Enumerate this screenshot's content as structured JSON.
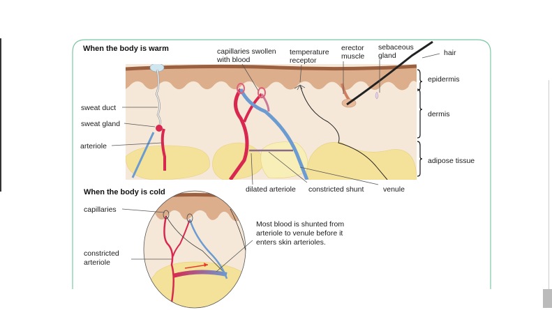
{
  "warm": {
    "title": "When the body is warm",
    "labels": {
      "capillaries_1": "capillaries swollen",
      "capillaries_2": "with blood",
      "temp_1": "temperature",
      "temp_2": "receptor",
      "erector_1": "erector",
      "erector_2": "muscle",
      "sebaceous_1": "sebaceous",
      "sebaceous_2": "gland",
      "hair": "hair",
      "epidermis": "epidermis",
      "dermis": "dermis",
      "adipose": "adipose tissue",
      "sweat_duct": "sweat duct",
      "sweat_gland": "sweat gland",
      "arteriole": "arteriole",
      "dilated_arteriole": "dilated arteriole",
      "constricted_shunt": "constricted shunt",
      "venule": "venule"
    }
  },
  "cold": {
    "title": "When the body is cold",
    "labels": {
      "capillaries": "capillaries",
      "constricted_1": "constricted",
      "constricted_2": "arteriole",
      "note_1": "Most blood is shunted from",
      "note_2": "arteriole to venule before it",
      "note_3": "enters skin arterioles."
    }
  },
  "colors": {
    "frame": "#7cc7a4",
    "artery": "#d9284f",
    "vein": "#6b9bd1",
    "epidermis": "#d9a583",
    "dermis": "#f5e8d8",
    "fat": "#f4e29a"
  }
}
